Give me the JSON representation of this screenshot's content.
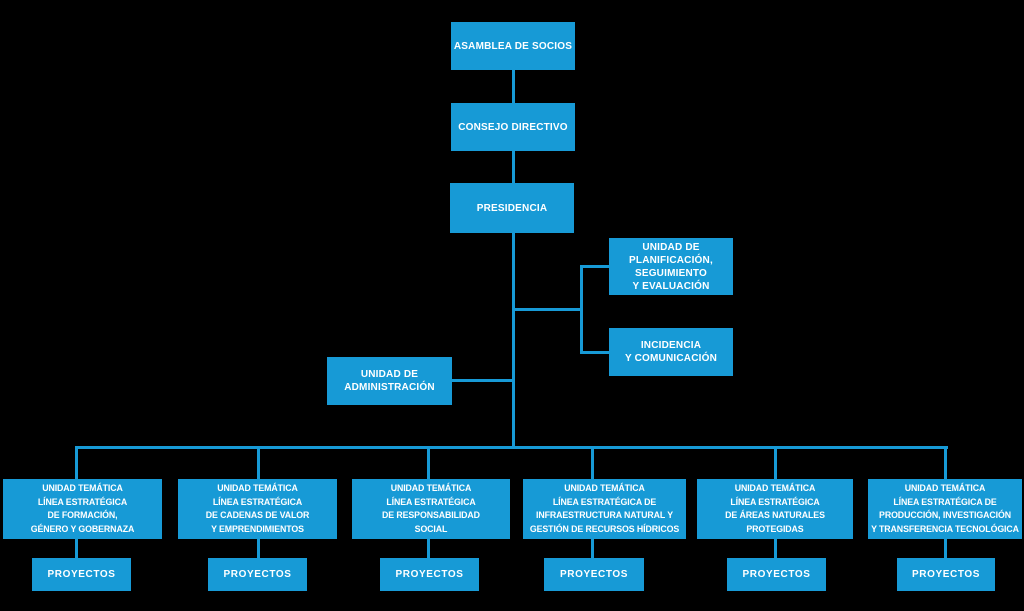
{
  "palette": {
    "brand_blue": "#179AD6",
    "text_white": "#FFFFFF",
    "background": "#000000"
  },
  "org_chart": {
    "nodes": {
      "asamblea": "ASAMBLEA DE SOCIOS",
      "consejo": "CONSEJO DIRECTIVO",
      "presidencia": "PRESIDENCIA",
      "planificacion": "UNIDAD DE\nPLANIFICACIÓN,\nSEGUIMIENTO\nY EVALUACIÓN",
      "incidencia": "INCIDENCIA\nY COMUNICACIÓN",
      "administracion": "UNIDAD DE\nADMINISTRACIÓN",
      "unidades_tematicas": [
        "UNIDAD TEMÁTICA\nLÍNEA ESTRATÉGICA\nDE FORMACIÓN,\nGÉNERO Y GOBERNAZA",
        "UNIDAD TEMÁTICA\nLÍNEA ESTRATÉGICA\nDE CADENAS DE VALOR\nY EMPRENDIMIENTOS",
        "UNIDAD TEMÁTICA\nLÍNEA ESTRATÉGICA\nDE RESPONSABILIDAD\nSOCIAL",
        "UNIDAD TEMÁTICA\nLÍNEA ESTRATÉGICA DE\nINFRAESTRUCTURA NATURAL Y\nGESTIÓN DE RECURSOS HÍDRICOS",
        "UNIDAD TEMÁTICA\nLÍNEA ESTRATÉGICA\nDE ÁREAS NATURALES\nPROTEGIDAS",
        "UNIDAD TEMÁTICA\nLÍNEA ESTRATÉGICA DE\nPRODUCCIÓN, INVESTIGACIÓN\nY TRANSFERENCIA TECNOLÓGICA"
      ],
      "proyectos": "PROYECTOS"
    }
  }
}
